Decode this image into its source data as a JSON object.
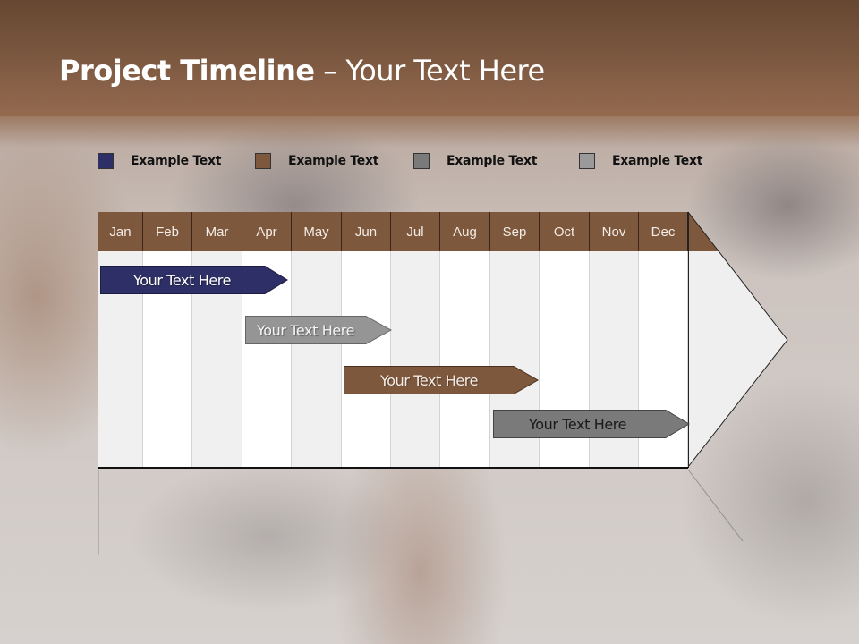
{
  "slide": {
    "title_bold": "Project Timeline",
    "title_rest": " – Your Text Here"
  },
  "legend": [
    {
      "label": "Example Text",
      "color": "#2e2f66"
    },
    {
      "label": "Example Text",
      "color": "#7e583d"
    },
    {
      "label": "Example Text",
      "color": "#7a7a7a"
    },
    {
      "label": "Example Text",
      "color": "#9a9a9a"
    }
  ],
  "timeline": {
    "months": [
      "Jan",
      "Feb",
      "Mar",
      "Apr",
      "May",
      "Jun",
      "Jul",
      "Aug",
      "Sep",
      "Oct",
      "Nov",
      "Dec"
    ],
    "header_color": "#7e583d",
    "bars": [
      {
        "label": "Your  Text Here",
        "color": "#2e2f66",
        "text_color": "#ffffff",
        "start_month": "Jan",
        "end_month": "Apr"
      },
      {
        "label": "Your  Text Here",
        "color": "#959595",
        "text_color": "#f4f4f4",
        "start_month": "Apr",
        "end_month": "Jun"
      },
      {
        "label": "Your  Text Here",
        "color": "#7e583d",
        "text_color": "#f4ede6",
        "start_month": "Jun",
        "end_month": "Sep"
      },
      {
        "label": "Your  Text Here",
        "color": "#7a7a7a",
        "text_color": "#1a1a1a",
        "start_month": "Sep",
        "end_month": "Dec"
      }
    ]
  }
}
